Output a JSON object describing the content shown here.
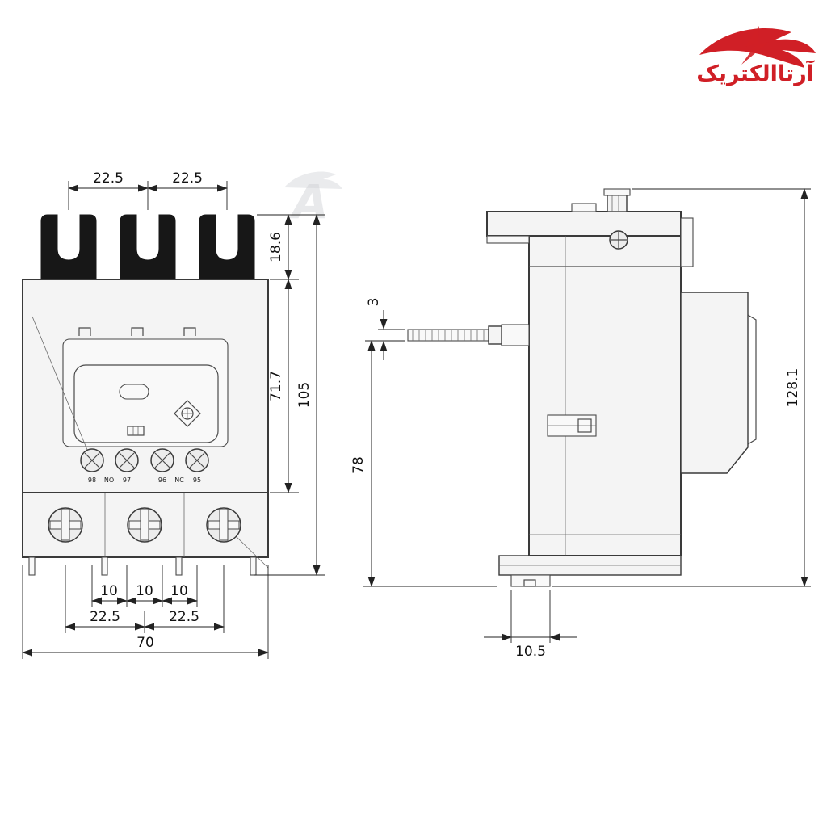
{
  "logo": {
    "brand": "آرتاالکتریک"
  },
  "watermark": {
    "letter": "A"
  },
  "front_view": {
    "terminals": [
      "98",
      "NO",
      "97",
      "96",
      "NC",
      "95"
    ],
    "dims": {
      "top_pitch_left": "22.5",
      "top_pitch_right": "22.5",
      "fork_height": "18.6",
      "body_height": "71.7",
      "total_height": "105",
      "aux_pitch_1": "10",
      "aux_pitch_2": "10",
      "aux_pitch_3": "10",
      "main_pitch_left": "22.5",
      "main_pitch_right": "22.5",
      "total_width": "70"
    }
  },
  "side_view": {
    "dims": {
      "rod_thickness": "3",
      "body_lower_height": "78",
      "total_height": "128.1",
      "foot_width": "10.5"
    }
  }
}
